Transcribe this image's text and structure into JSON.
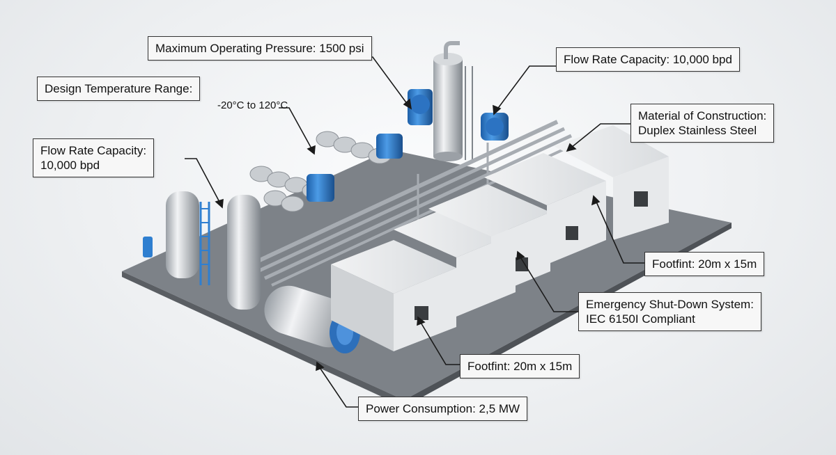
{
  "callouts": {
    "max_pressure": "Maximum Operating Pressure: 1500 psi",
    "flow_rate_right": "Flow Rate Capacity: 10,000 bpd",
    "design_temp": "Design Temperature Range:",
    "temp_value": "-20°C to 120°C",
    "material_line1": "Material of Construction:",
    "material_line2": "Duplex Stainless Steel",
    "flow_rate_left_line1": "Flow Rate Capacity:",
    "flow_rate_left_line2": "10,000 bpd",
    "footprint_right": "Footfint: 20m x 15m",
    "esd_line1": "Emergency Shut-Down System:",
    "esd_line2": "IEC 6150I Compliant",
    "footprint_center": "Footfint: 20m x 15m",
    "power": "Power Consumption: 2,5 MW"
  },
  "colors": {
    "accent_blue": "#2f7fd0",
    "steel": "#b9bec4",
    "container": "#e4e6e8",
    "base": "#8a8f95"
  }
}
